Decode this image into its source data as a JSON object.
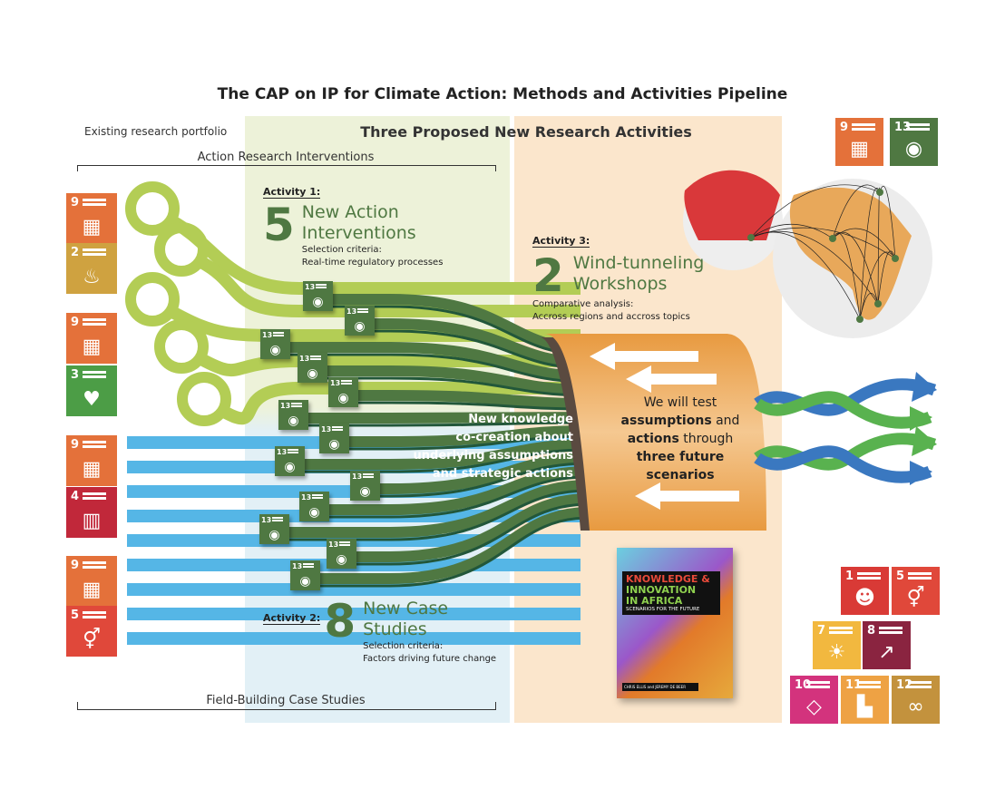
{
  "title": "The CAP on IP for Climate Action: Methods and Activities Pipeline",
  "existing_label": "Existing research portfolio",
  "three_title": "Three Proposed New Research Activities",
  "action_research_label": "Action Research Interventions",
  "field_building_label": "Field-Building Case Studies",
  "activity1": {
    "tag": "Activity 1:",
    "number": "5",
    "name1": "New Action",
    "name2": "Interventions",
    "crit1": "Selection criteria:",
    "crit2": "Real-time regulatory processes"
  },
  "activity2": {
    "tag": "Activity 2:",
    "number": "8",
    "name1": "New Case",
    "name2": "Studies",
    "crit1": "Selection criteria:",
    "crit2": "Factors driving future change"
  },
  "activity3": {
    "tag": "Activity 3:",
    "number": "2",
    "name1": "Wind-tunneling",
    "name2": "Workshops",
    "crit1": "Comparative analysis:",
    "crit2": "Accross regions and accross topics"
  },
  "knowledge_text": [
    "New knowledge",
    "co-creation about",
    "underlying assumptions",
    "and strategic actions"
  ],
  "tunnel_text": {
    "l1": "We will test",
    "b2": "assumptions",
    "l2": " and",
    "b3": "actions",
    "l3": " through",
    "b4": "three future",
    "b5": "scenarios"
  },
  "book": {
    "t1": "KNOWLEDGE &",
    "t2a": "INNOVATION",
    "t2b": "IN AFRICA",
    "t3": "SCENARIOS FOR THE FUTURE",
    "authors": "CHRIS ELLIS and JEREMY DE BEER"
  },
  "left_sdgs": [
    {
      "n": "9",
      "color": "#e4713a",
      "icon": "cubes-icon"
    },
    {
      "n": "2",
      "color": "#cfa240",
      "icon": "bowl-icon"
    },
    {
      "n": "9",
      "color": "#e4713a",
      "icon": "cubes-icon"
    },
    {
      "n": "3",
      "color": "#4c9d46",
      "icon": "heartbeat-icon"
    },
    {
      "n": "9",
      "color": "#e4713a",
      "icon": "cubes-icon"
    },
    {
      "n": "4",
      "color": "#c1283a",
      "icon": "book-icon"
    },
    {
      "n": "9",
      "color": "#e4713a",
      "icon": "cubes-icon"
    },
    {
      "n": "5",
      "color": "#e0483a",
      "icon": "gender-icon"
    }
  ],
  "right_top_sdgs": [
    {
      "n": "9",
      "color": "#e4713a",
      "icon": "cubes-icon"
    },
    {
      "n": "13",
      "color": "#4f7842",
      "icon": "eye-earth-icon"
    }
  ],
  "right_bottom_sdgs": [
    {
      "n": "1",
      "color": "#d93a36",
      "icon": "people-icon"
    },
    {
      "n": "5",
      "color": "#e0483a",
      "icon": "gender-icon"
    },
    {
      "n": "7",
      "color": "#f2b83f",
      "icon": "sun-icon"
    },
    {
      "n": "8",
      "color": "#8a2440",
      "icon": "growth-icon"
    },
    {
      "n": "10",
      "color": "#d3337d",
      "icon": "equality-icon"
    },
    {
      "n": "11",
      "color": "#eea244",
      "icon": "city-icon"
    },
    {
      "n": "12",
      "color": "#c3923d",
      "icon": "infinity-icon"
    }
  ],
  "climate_tile_number": "13",
  "colors": {
    "light_green": "#b3cd55",
    "dark_green": "#4f7842",
    "blue": "#55b6e6",
    "orange": "#e89a40"
  }
}
